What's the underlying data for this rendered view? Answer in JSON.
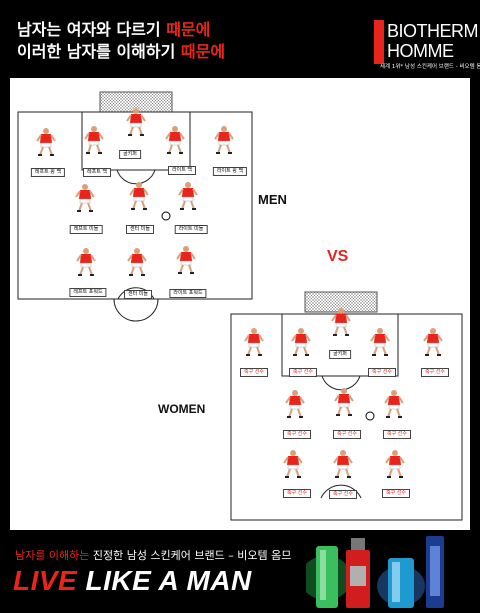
{
  "header": {
    "line1_white": "남자는 여자와 다르기 ",
    "line1_red": "때문에",
    "line2_white": "이러한 남자를 이해하기 ",
    "line2_red": "때문에"
  },
  "brand": {
    "name_line1": "BIOTHERM",
    "name_line2": "HOMME",
    "tagline": "세계 1위* 남성 스킨케어 브랜드 - 비오템 옴므"
  },
  "men_field": {
    "title": "MEN",
    "labels": [
      "골키퍼",
      "레프트 윙 백",
      "레프트 백",
      "라이트 백",
      "라이트 윙 백",
      "레프트 미들",
      "센터 미들",
      "라이트 미들",
      "레프트 포워드",
      "센터 미들",
      "라이트 포워드"
    ]
  },
  "vs_label": "VS",
  "women_field": {
    "title": "WOMEN",
    "labels": [
      "골키퍼",
      "축구 선수",
      "축구 선수",
      "축구 선수",
      "축구 선수",
      "축구 선수",
      "축구 선수",
      "축구 선수",
      "축구 선수",
      "축구 선수",
      "축구 선수"
    ]
  },
  "footer": {
    "promo_red": "남자를 이해하는",
    "promo_white": " 진정한 남성 스킨케어 브랜드 – 비오템 옴므",
    "slogan_red": "LIVE",
    "slogan_white": " LIKE A MAN"
  },
  "colors": {
    "accent": "#e8241b",
    "player": "#e8241b"
  }
}
